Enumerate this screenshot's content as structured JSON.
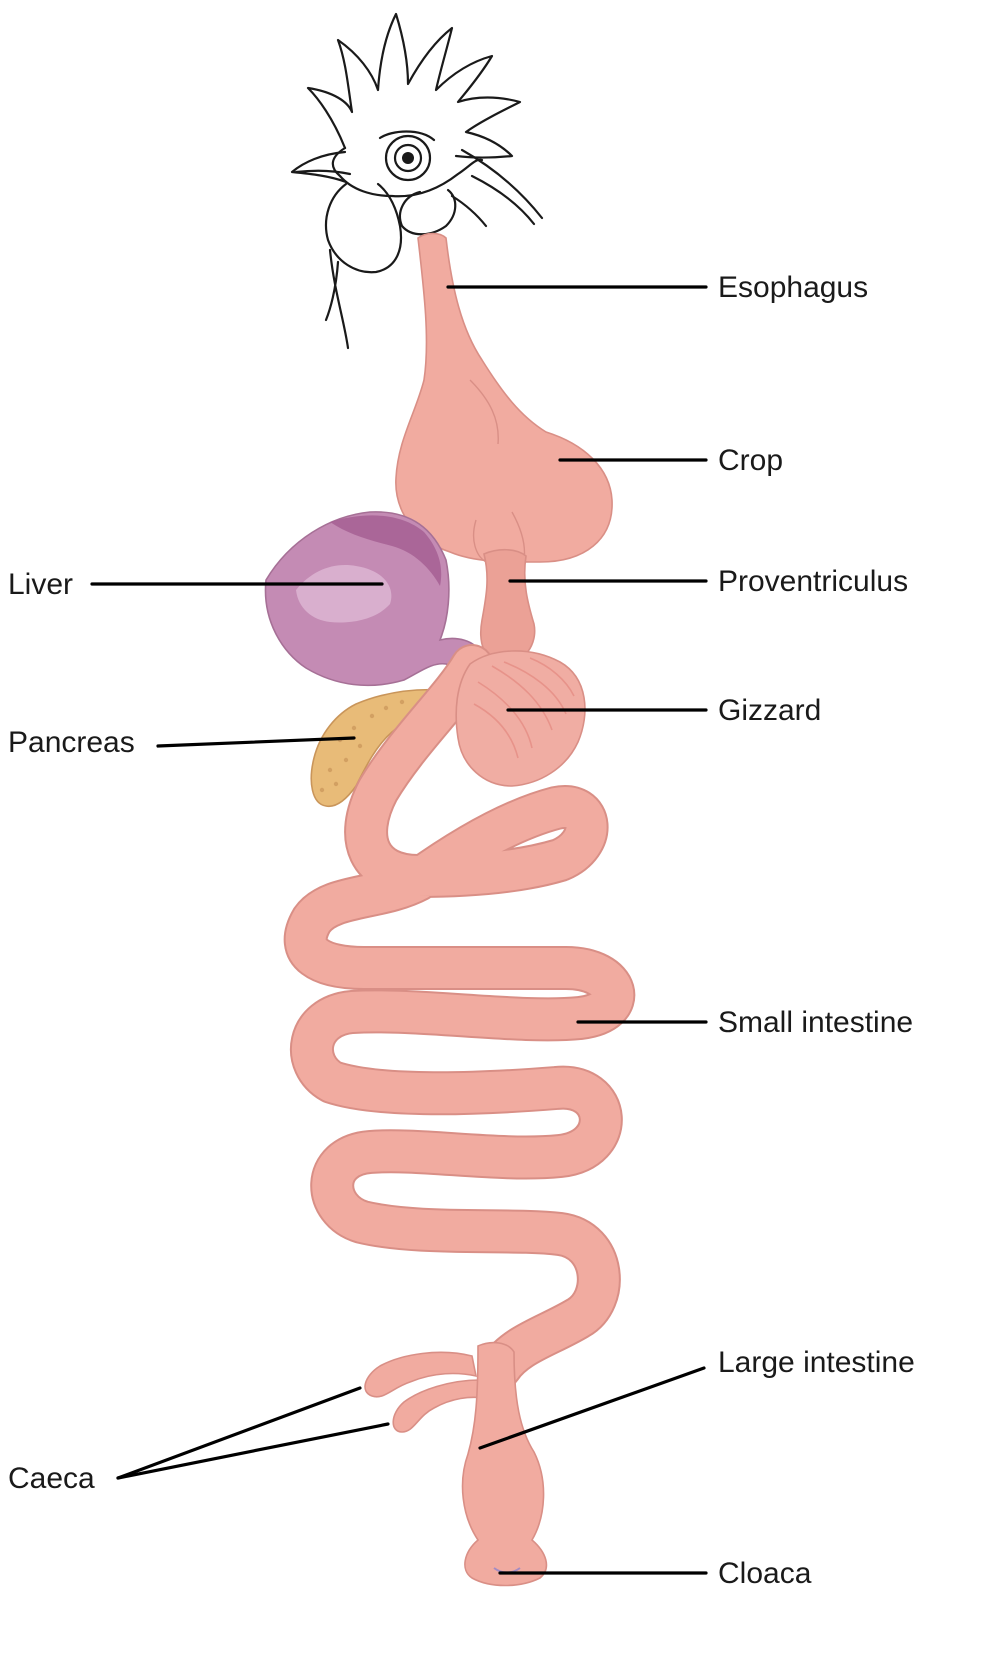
{
  "labels": {
    "esophagus": "Esophagus",
    "crop": "Crop",
    "proventriculus": "Proventriculus",
    "gizzard": "Gizzard",
    "liver": "Liver",
    "pancreas": "Pancreas",
    "small_intestine": "Small intestine",
    "large_intestine": "Large intestine",
    "caeca": "Caeca",
    "cloaca": "Cloaca"
  },
  "colors": {
    "tract": "#f1aba0",
    "tract_edge": "#d98f86",
    "liver": "#c48bb4",
    "liver_dark": "#a65f93",
    "pancreas": "#e8bb78",
    "gizzard": "#f0ada3",
    "outline": "#1a1a1a"
  }
}
